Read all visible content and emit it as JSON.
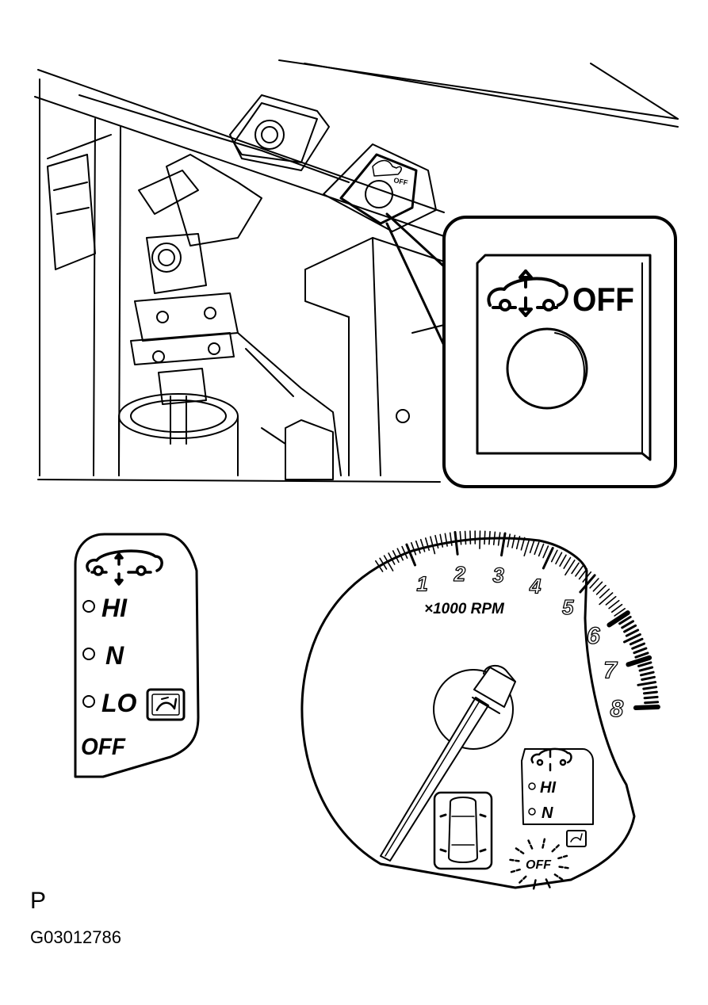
{
  "figure": {
    "letter": "P",
    "code": "G03012786"
  },
  "switch_callout": {
    "icon": "height-control-car-icon",
    "label": "OFF"
  },
  "small_switch_label": "OFF",
  "indicator_panel": {
    "icon": "height-control-car-icon",
    "items": [
      {
        "label": "HI"
      },
      {
        "label": "N"
      },
      {
        "label": "LO"
      }
    ],
    "off_label": "OFF"
  },
  "tachometer": {
    "unit_label": "×1000 RPM",
    "tick_labels": [
      "1",
      "2",
      "3",
      "4",
      "5",
      "6",
      "7",
      "8"
    ],
    "mini_panel": {
      "items": [
        {
          "label": "HI"
        },
        {
          "label": "N"
        }
      ],
      "off_label": "OFF"
    }
  }
}
